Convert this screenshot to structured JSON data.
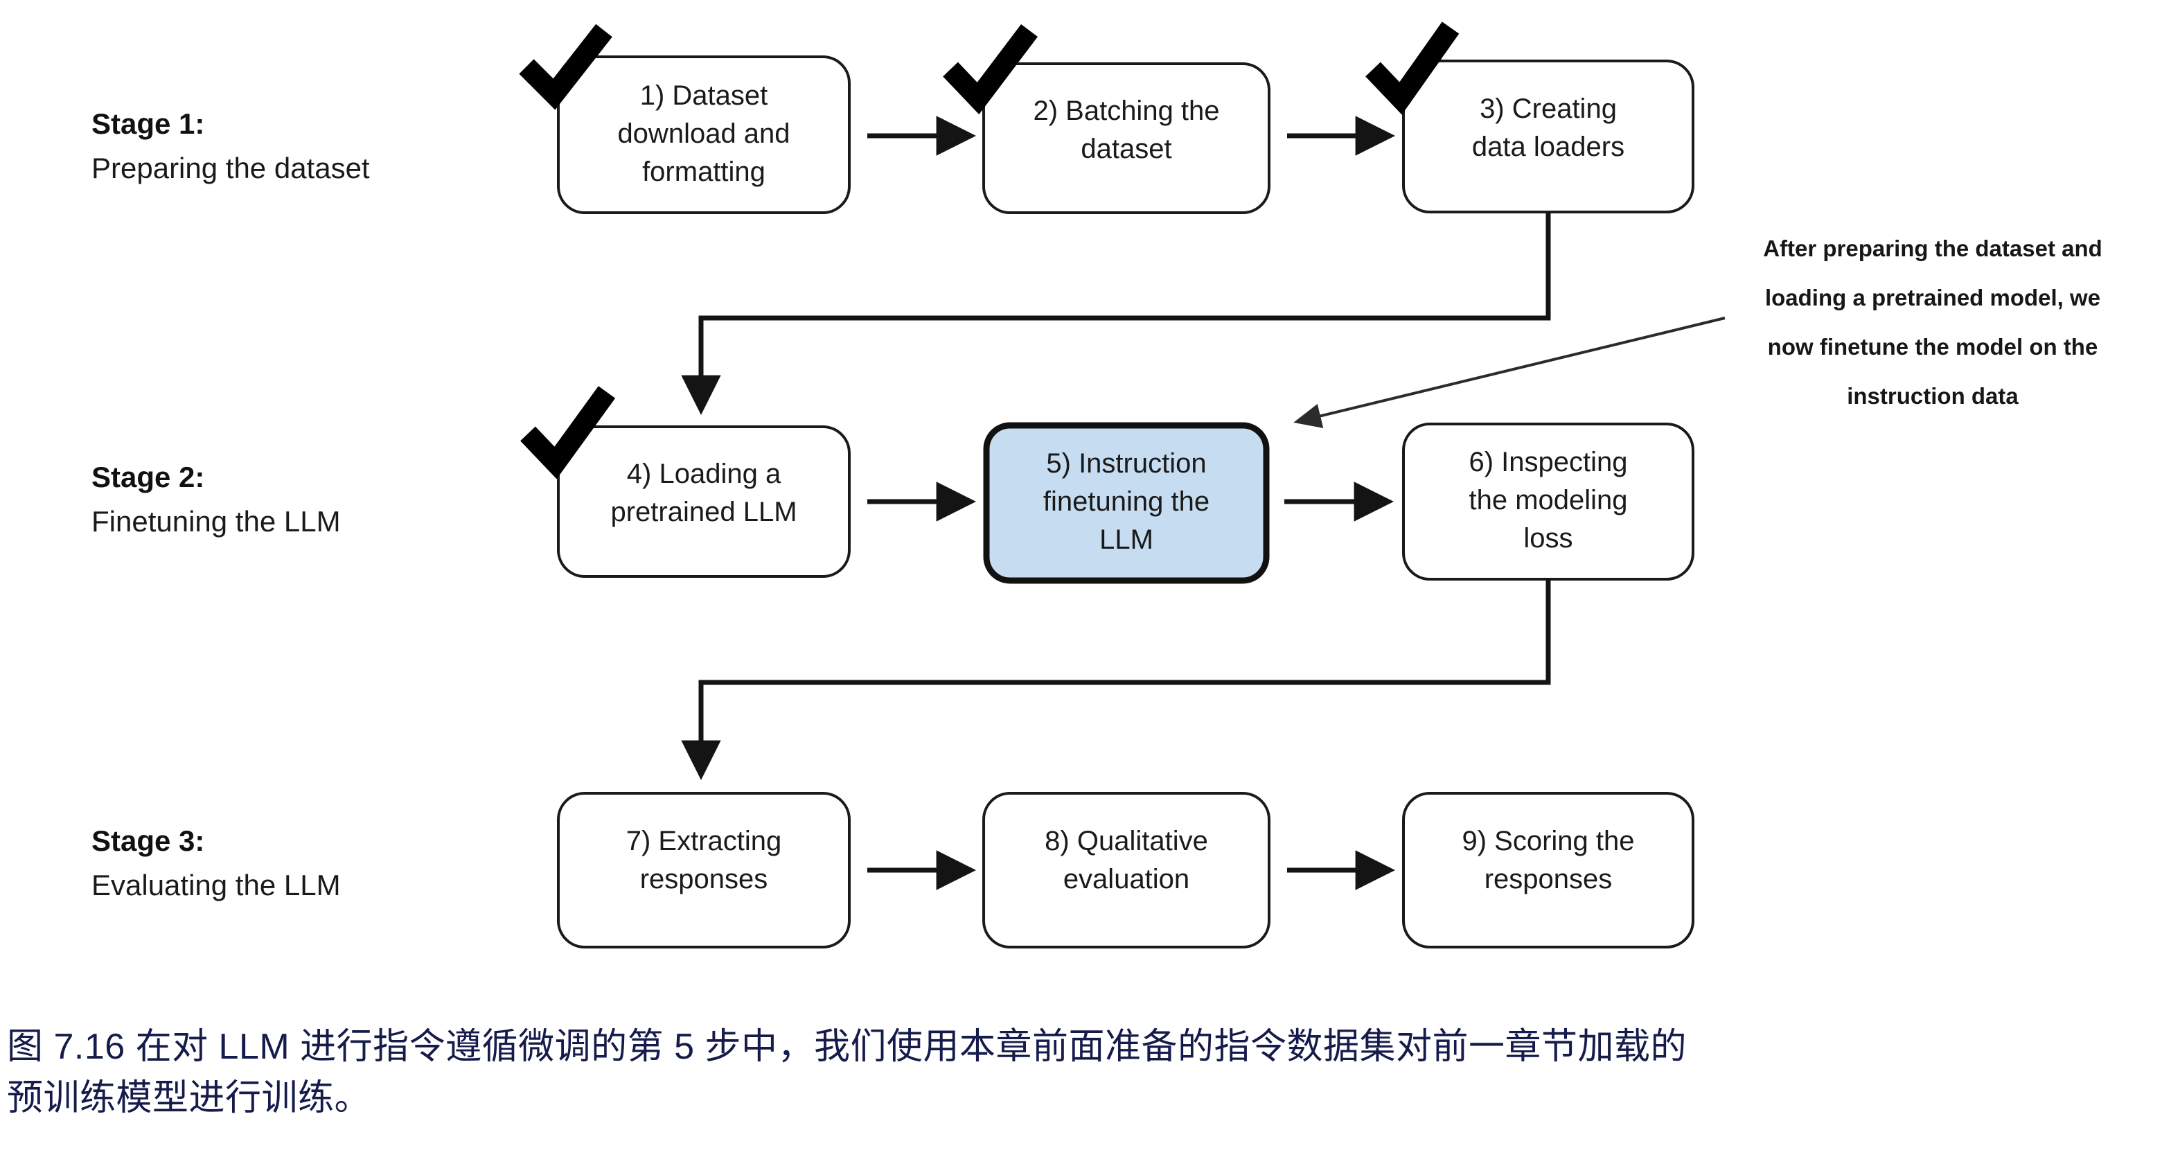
{
  "figure": {
    "type": "flowchart",
    "title_internal": "Instruction finetuning workflow",
    "background_color": "#ffffff",
    "highlight_color": "#c6dcf1",
    "line_color": "#141414",
    "caption_color": "#151b4a"
  },
  "stages": [
    {
      "title": "Stage 1:",
      "subtitle": "Preparing the dataset"
    },
    {
      "title": "Stage 2:",
      "subtitle": "Finetuning the LLM"
    },
    {
      "title": "Stage 3:",
      "subtitle": "Evaluating the LLM"
    }
  ],
  "steps": [
    {
      "id": 1,
      "lines": [
        "1) Dataset",
        "download and",
        "formatting"
      ],
      "stage": 1,
      "checked": true,
      "highlighted": false
    },
    {
      "id": 2,
      "lines": [
        "2) Batching the",
        "dataset"
      ],
      "stage": 1,
      "checked": true,
      "highlighted": false
    },
    {
      "id": 3,
      "lines": [
        "3) Creating",
        "data loaders"
      ],
      "stage": 1,
      "checked": true,
      "highlighted": false
    },
    {
      "id": 4,
      "lines": [
        "4) Loading a",
        "pretrained LLM"
      ],
      "stage": 2,
      "checked": true,
      "highlighted": false
    },
    {
      "id": 5,
      "lines": [
        "5) Instruction",
        "finetuning the",
        "LLM"
      ],
      "stage": 2,
      "checked": false,
      "highlighted": true
    },
    {
      "id": 6,
      "lines": [
        "6) Inspecting",
        "the modeling",
        "loss"
      ],
      "stage": 2,
      "checked": false,
      "highlighted": false
    },
    {
      "id": 7,
      "lines": [
        "7) Extracting",
        "responses"
      ],
      "stage": 3,
      "checked": false,
      "highlighted": false
    },
    {
      "id": 8,
      "lines": [
        "8) Qualitative",
        "evaluation"
      ],
      "stage": 3,
      "checked": false,
      "highlighted": false
    },
    {
      "id": 9,
      "lines": [
        "9) Scoring the",
        "responses"
      ],
      "stage": 3,
      "checked": false,
      "highlighted": false
    }
  ],
  "annotation": {
    "lines": [
      "After preparing the dataset and",
      "loading a pretrained model, we",
      "now finetune the model on the",
      "instruction data"
    ],
    "points_to_step": 5
  },
  "caption": {
    "line1": "图 7.16 在对 LLM 进行指令遵循微调的第 5 步中，我们使用本章前面准备的指令数据集对前一章节加载的",
    "line2": "预训练模型进行训练。"
  }
}
